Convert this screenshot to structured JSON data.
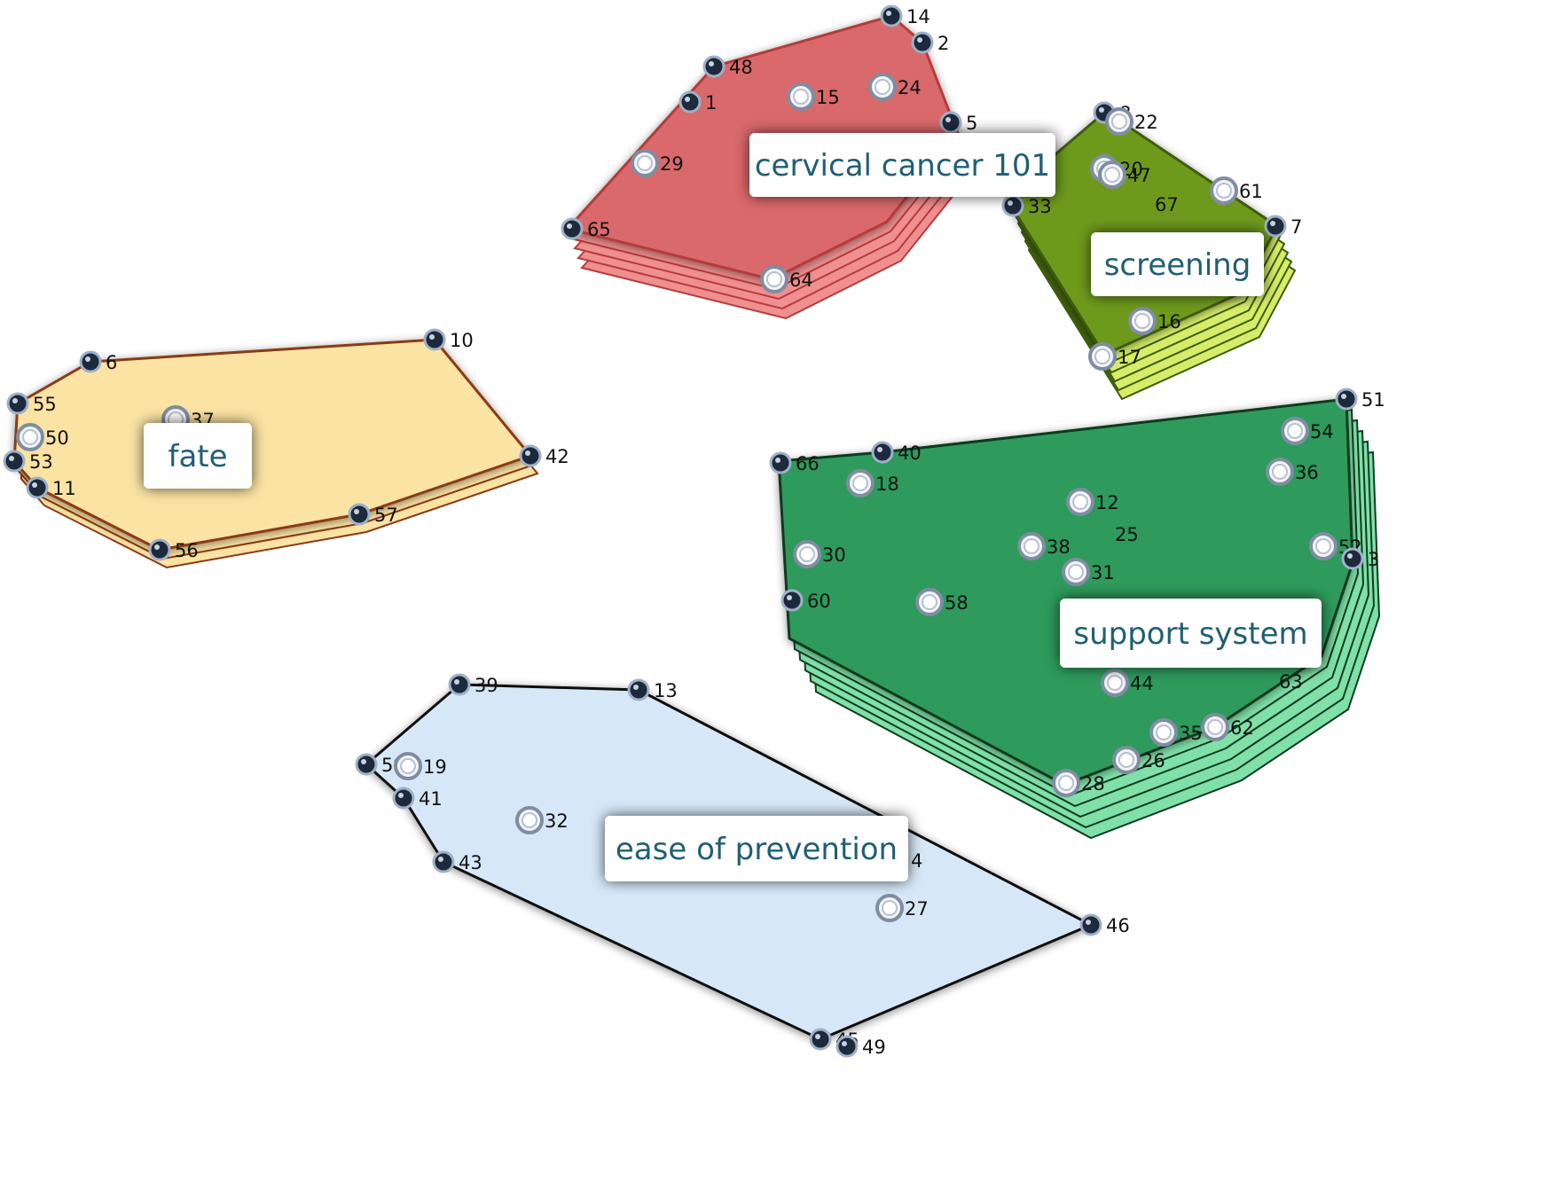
{
  "title": "",
  "clusters": [
    {
      "id": "cervical",
      "label": "cervical cancer 101",
      "fill": "#d9696b",
      "edge": "#b53b3d",
      "layer_fill": "#f08f8f",
      "point_labels": [
        "14",
        "2",
        "48",
        "1",
        "15",
        "24",
        "5",
        "29",
        "65",
        "64"
      ]
    },
    {
      "id": "screening",
      "label": "screening",
      "fill": "#6e9a1e",
      "edge": "#3c5d0a",
      "layer_fill": "#d7ec6a",
      "point_labels": [
        "8",
        "22",
        "20",
        "47",
        "67",
        "61",
        "33",
        "7",
        "16",
        "17"
      ]
    },
    {
      "id": "fate",
      "label": "fate",
      "fill": "#fbe3a4",
      "edge": "#8b3a14",
      "layer_fill": "#fbe3a4",
      "point_labels": [
        "10",
        "6",
        "55",
        "37",
        "50",
        "53",
        "11",
        "42",
        "57",
        "56"
      ]
    },
    {
      "id": "support",
      "label": "support system",
      "fill": "#2e9a5c",
      "edge": "#0d3b1f",
      "layer_fill": "#7fe0a8",
      "point_labels": [
        "51",
        "54",
        "40",
        "66",
        "36",
        "18",
        "12",
        "25",
        "38",
        "31",
        "30",
        "52",
        "3",
        "60",
        "58",
        "44",
        "63",
        "35",
        "62",
        "26",
        "28"
      ]
    },
    {
      "id": "ease",
      "label": "ease of prevention",
      "fill": "#d6e8f8",
      "edge": "#111111",
      "layer_fill": "#d6e8f8",
      "point_labels": [
        "39",
        "13",
        "59",
        "19",
        "41",
        "32",
        "4",
        "43",
        "27",
        "46",
        "45",
        "49"
      ]
    }
  ]
}
